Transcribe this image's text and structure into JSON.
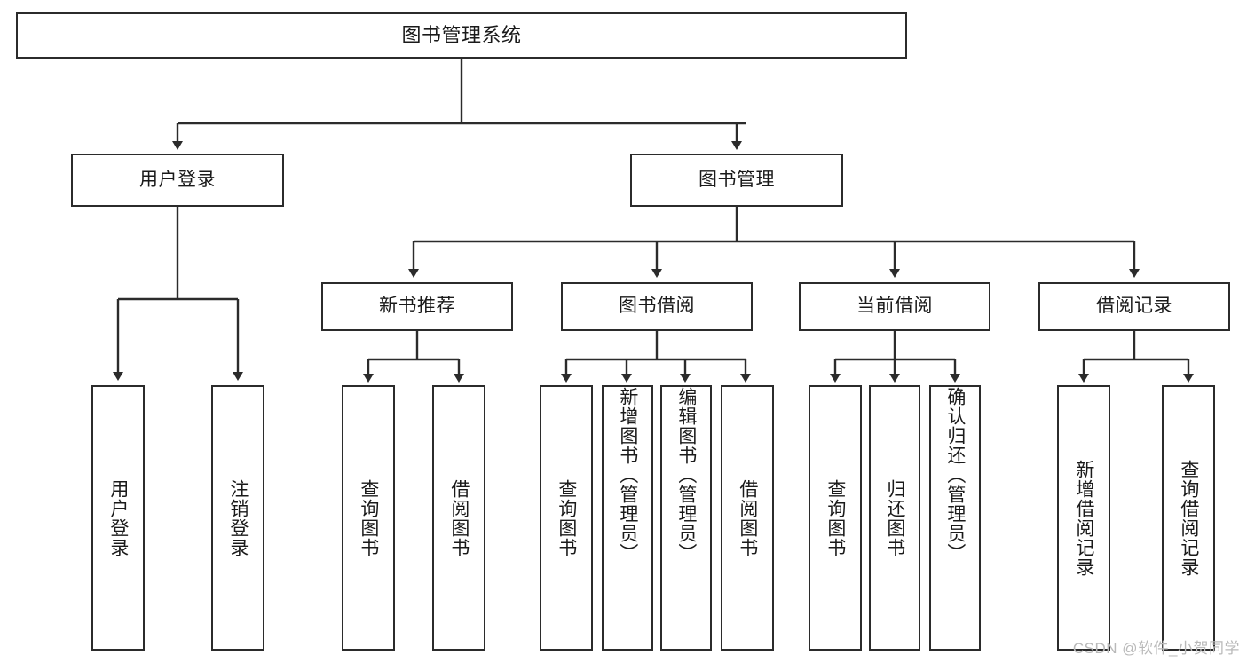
{
  "diagram": {
    "title": "图书管理系统",
    "type": "tree-hierarchy",
    "watermark": "CSDN @软件_小贺同学",
    "stroke_color": "#2b2b2b",
    "fill_color": "#ffffff",
    "text_color": "#1a1a1a",
    "watermark_color": "#b9b9b9"
  },
  "nodes": {
    "root": {
      "label": "图书管理系统"
    },
    "level1": [
      {
        "label": "用户登录"
      },
      {
        "label": "图书管理"
      }
    ],
    "level2": [
      {
        "label": "新书推荐"
      },
      {
        "label": "图书借阅"
      },
      {
        "label": "当前借阅"
      },
      {
        "label": "借阅记录"
      }
    ],
    "leaves_user_login": [
      {
        "label": "用户登录"
      },
      {
        "label": "注销登录"
      }
    ],
    "leaves_new_book": [
      {
        "label": "查询图书"
      },
      {
        "label": "借阅图书"
      }
    ],
    "leaves_borrow": [
      {
        "label": "查询图书"
      },
      {
        "label": "新增图书（管理员）"
      },
      {
        "label": "编辑图书（管理员）"
      },
      {
        "label": "借阅图书"
      }
    ],
    "leaves_current": [
      {
        "label": "查询图书"
      },
      {
        "label": "归还图书"
      },
      {
        "label": "确认归还（管理员）"
      }
    ],
    "leaves_records": [
      {
        "label": "新增借阅记录"
      },
      {
        "label": "查询借阅记录"
      }
    ]
  }
}
